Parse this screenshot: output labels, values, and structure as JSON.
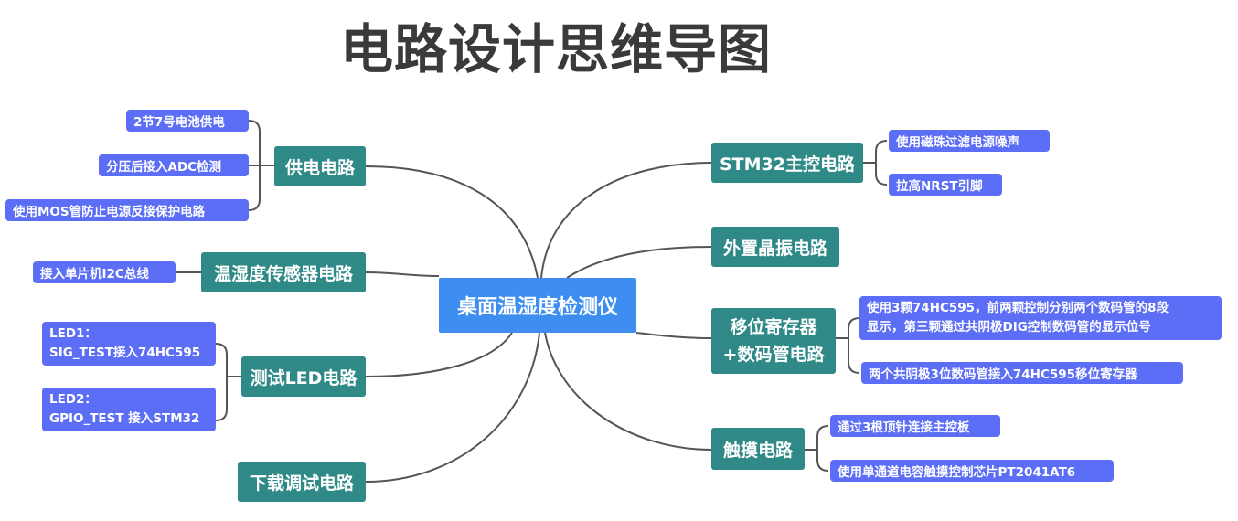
{
  "title": "电路设计思维导图",
  "center": "桌面温湿度检测仪",
  "left_branches": [
    {
      "label": "供电电路",
      "leaves": [
        "2节7号电池供电",
        "分压后接入ADC检测",
        "使用MOS管防止电源反接保护电路"
      ]
    },
    {
      "label": "温湿度传感器电路",
      "leaves": [
        "接入单片机I2C总线"
      ]
    },
    {
      "label": "测试LED电路",
      "leaves": [
        {
          "line1": "LED1：",
          "line2": "SIG_TEST接入74HC595"
        },
        {
          "line1": "LED2：",
          "line2": "GPIO_TEST 接入STM32"
        }
      ]
    },
    {
      "label": "下载调试电路",
      "leaves": []
    }
  ],
  "right_branches": [
    {
      "label": "STM32主控电路",
      "leaves": [
        "使用磁珠过滤电源噪声",
        "拉高NRST引脚"
      ]
    },
    {
      "label": "外置晶振电路",
      "leaves": []
    },
    {
      "label_line1": "移位寄存器",
      "label_line2": "+数码管电路",
      "leaves": [
        {
          "line1": "使用3颗74HC595，前两颗控制分别两个数码管的8段",
          "line2": "显示，第三颗通过共阴极DIG控制数码管的显示位号"
        },
        "两个共阴极3位数码管接入74HC595移位寄存器"
      ]
    },
    {
      "label": "触摸电路",
      "leaves": [
        "通过3根顶针连接主控板",
        "使用单通道电容触摸控制芯片PT2041AT6"
      ]
    }
  ]
}
